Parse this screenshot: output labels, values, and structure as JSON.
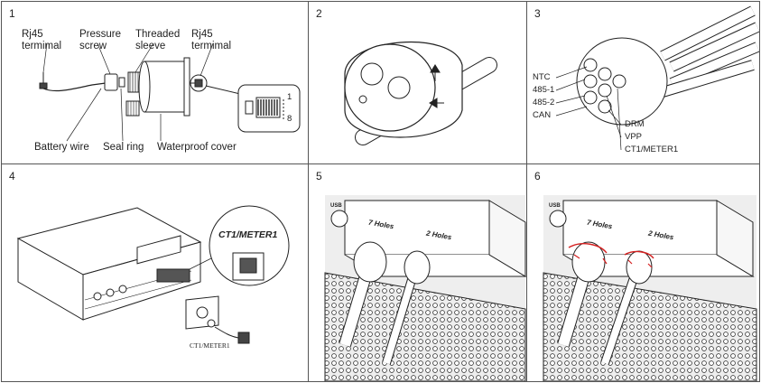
{
  "panels": [
    {
      "number": "1",
      "labels": {
        "rj45_left": "Rj45\ntermimal",
        "pressure_screw": "Pressure\nscrew",
        "threaded_sleeve": "Threaded\nsleeve",
        "rj45_right": "Rj45\ntermimal",
        "battery_wire": "Battery wire",
        "seal_ring": "Seal ring",
        "waterproof_cover": "Waterproof cover",
        "pin_1": "1",
        "pin_8": "8"
      }
    },
    {
      "number": "2"
    },
    {
      "number": "3",
      "labels": {
        "ntc": "NTC",
        "c4851": "485-1",
        "c4852": "485-2",
        "can": "CAN",
        "drm": "DRM",
        "vpp": "VPP",
        "ct1": "CT1/METER1"
      }
    },
    {
      "number": "4",
      "labels": {
        "callout": "CT1/METER1",
        "connector": "CT1/METER1"
      }
    },
    {
      "number": "5",
      "labels": {
        "usb": "USB",
        "holes7": "7 Holes",
        "holes2": "2 Holes"
      }
    },
    {
      "number": "6",
      "labels": {
        "usb": "USB",
        "holes7": "7 Holes",
        "holes2": "2 Holes"
      }
    }
  ],
  "colors": {
    "line": "#222222",
    "seal_highlight": "#d42020"
  }
}
